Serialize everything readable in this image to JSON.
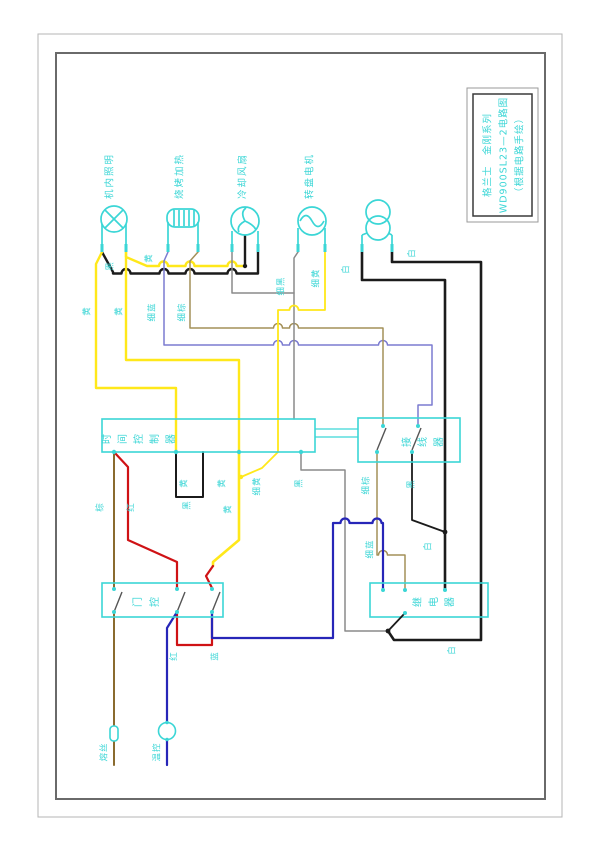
{
  "title_block": {
    "line1": "格兰士　金刚系列",
    "line2": "WD900SL23—2电路图",
    "line3": "（根据电路手绘）"
  },
  "components": [
    {
      "name": "interior-lamp",
      "label": "机内照明"
    },
    {
      "name": "grill-heater",
      "label": "烧烤加热"
    },
    {
      "name": "cooling-fan",
      "label": "冷却风扇"
    },
    {
      "name": "turntable-motor",
      "label": "转盘电机"
    },
    {
      "name": "transformer",
      "label": ""
    }
  ],
  "boxes": [
    {
      "name": "timer",
      "label": "时间控制器"
    },
    {
      "name": "connector",
      "label": "接线器"
    },
    {
      "name": "door-switch",
      "label": "门控"
    },
    {
      "name": "relay",
      "label": "继电器"
    }
  ],
  "bottom_components": [
    {
      "name": "fuse",
      "label": "熔丝"
    },
    {
      "name": "thermostat",
      "label": "温控"
    }
  ],
  "wire_labels": [
    "黑",
    "黄",
    "细黑",
    "细黄",
    "白",
    "白",
    "黄",
    "黄",
    "细蓝",
    "细棕",
    "黄",
    "黑",
    "黄",
    "黄",
    "细黄",
    "黑",
    "细棕",
    "黑",
    "棕",
    "红",
    "红",
    "蓝",
    "细蓝",
    "白",
    "白"
  ],
  "colors": {
    "cyan": "#3BD6D6",
    "yellow": "#FFE81A",
    "black": "#1b1b1b",
    "thin_black": "#8a8a8a",
    "brown": "#8a6b2f",
    "thin_brown": "#a39058",
    "red": "#cf1215",
    "blue": "#2726b8",
    "thin_blue": "#7b7bd0",
    "border": "#666666"
  }
}
